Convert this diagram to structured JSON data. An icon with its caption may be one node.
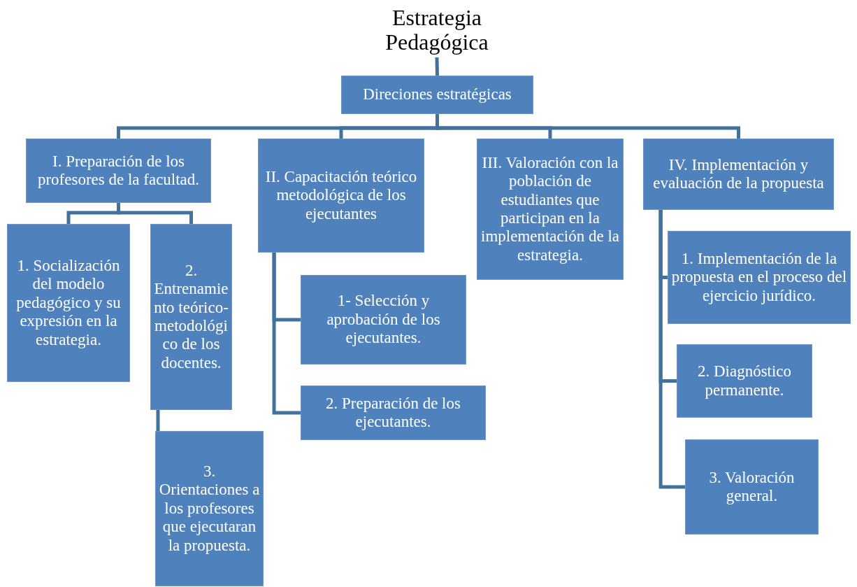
{
  "diagram": {
    "nodes": [
      {
        "text": [
          "Estrategia Pedagógica"
        ]
      },
      {
        "text": [
          "Direciones estratégicas"
        ]
      },
      {
        "text": [
          "I. Preparación de los profesores de la facultad."
        ]
      },
      {
        "text": [
          "II. Capacitación teórico metodológica de los ejecutantes"
        ]
      },
      {
        "text": [
          "III. Valoración con la población de estudiantes que participan en la implementación de la estrategia."
        ]
      },
      {
        "text": [
          "IV. Implementación y evaluación de la propuesta"
        ]
      },
      {
        "text": [
          "1. Socialización del modelo pedagógico y su expresión en la estrategia."
        ]
      },
      {
        "text": [
          "2. Entrenamiento teórico-metodológico de los docentes."
        ]
      },
      {
        "text": [
          "3. Orientaciones a los profesores que ejecutaran la propuesta."
        ]
      },
      {
        "text": [
          "1- Selección y aprobación de los ejecutantes."
        ]
      },
      {
        "text": [
          "2. Preparación de los ejecutantes."
        ]
      },
      {
        "text": [
          "1. Implementación de la propuesta en el proceso del ejercicio jurídico."
        ]
      },
      {
        "text": [
          "2. Diagnóstico permanente."
        ]
      },
      {
        "text": [
          "3. Valoración general."
        ]
      }
    ],
    "edges": [
      {
        "from": 1,
        "to": 0,
        "arrow": "none"
      },
      {
        "from": 1,
        "to": 2,
        "arrow": "none"
      },
      {
        "from": 1,
        "to": 3,
        "arrow": "none"
      },
      {
        "from": 1,
        "to": 4,
        "arrow": "none"
      },
      {
        "from": 1,
        "to": 5,
        "arrow": "none"
      },
      {
        "from": 2,
        "to": 6,
        "arrow": "none"
      },
      {
        "from": 2,
        "to": 7,
        "arrow": "none"
      },
      {
        "from": 7,
        "to": 8,
        "arrow": "none"
      },
      {
        "from": 3,
        "to": 9,
        "arrow": "none"
      },
      {
        "from": 3,
        "to": 10,
        "arrow": "none"
      },
      {
        "from": 5,
        "to": 11,
        "arrow": "none"
      },
      {
        "from": 5,
        "to": 12,
        "arrow": "none"
      },
      {
        "from": 5,
        "to": 13,
        "arrow": "none"
      }
    ]
  }
}
